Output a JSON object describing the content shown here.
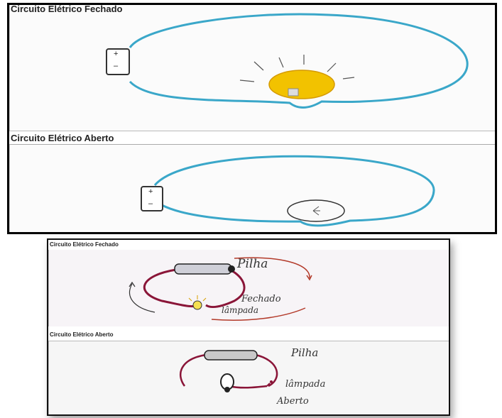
{
  "top_figure": {
    "closed_title": "Circuito Elétrico Fechado",
    "open_title": "Circuito Elétrico Aberto",
    "battery_plus": "+",
    "battery_minus": "–",
    "colors": {
      "wire": "#3aa7c9",
      "bulb_on": "#f2c200",
      "frame": "#000000"
    }
  },
  "bottom_figure": {
    "closed_title": "Circuito Elétrico Fechado",
    "open_title": "Circuito Elétrico Aberto",
    "closed_labels": {
      "battery": "Pilha",
      "lamp": "lâmpada",
      "state": "Fechado"
    },
    "open_labels": {
      "battery": "Pilha",
      "lamp": "lâmpada",
      "state": "Aberto"
    },
    "colors": {
      "wire": "#8a1538",
      "arrow": "#b33a2a",
      "bulb_on": "#f5e050"
    }
  }
}
